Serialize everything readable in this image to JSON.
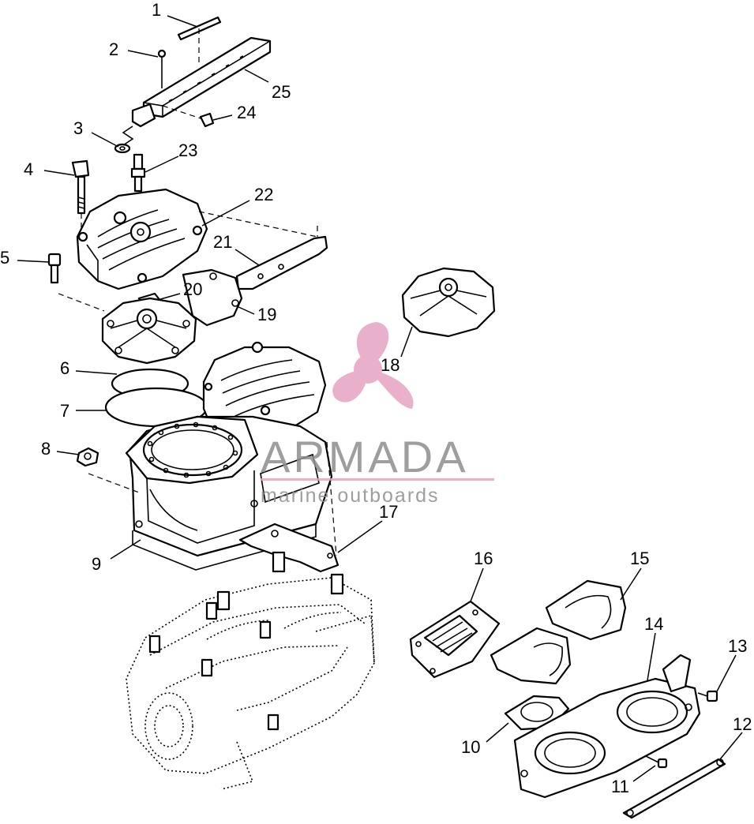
{
  "callouts": [
    {
      "id": "1",
      "text": "1"
    },
    {
      "id": "2",
      "text": "2"
    },
    {
      "id": "3",
      "text": "3"
    },
    {
      "id": "4",
      "text": "4"
    },
    {
      "id": "5",
      "text": "5"
    },
    {
      "id": "6",
      "text": "6"
    },
    {
      "id": "7",
      "text": "7"
    },
    {
      "id": "8",
      "text": "8"
    },
    {
      "id": "9",
      "text": "9"
    },
    {
      "id": "10",
      "text": "10"
    },
    {
      "id": "11",
      "text": "11"
    },
    {
      "id": "12",
      "text": "12"
    },
    {
      "id": "13",
      "text": "13"
    },
    {
      "id": "14",
      "text": "14"
    },
    {
      "id": "15",
      "text": "15"
    },
    {
      "id": "16",
      "text": "16"
    },
    {
      "id": "17",
      "text": "17"
    },
    {
      "id": "18",
      "text": "18"
    },
    {
      "id": "19",
      "text": "19"
    },
    {
      "id": "20",
      "text": "20"
    },
    {
      "id": "21",
      "text": "21"
    },
    {
      "id": "22",
      "text": "22"
    },
    {
      "id": "23",
      "text": "23"
    },
    {
      "id": "24",
      "text": "24"
    },
    {
      "id": "25",
      "text": "25"
    }
  ],
  "watermark": {
    "brand": "ARMADA",
    "tagline": "marine outboards",
    "brand_color": "#8e8e8e",
    "accent_color": "#e6a3c4"
  },
  "line_color": "#000000",
  "background_color": "#ffffff"
}
